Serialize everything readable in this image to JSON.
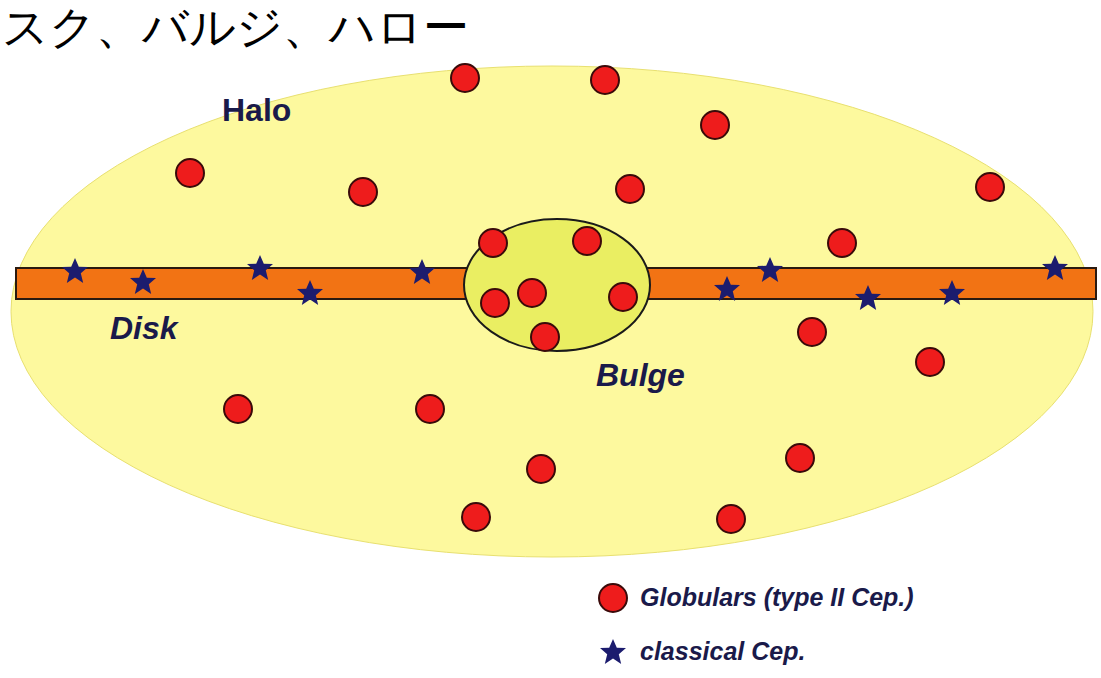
{
  "diagram": {
    "title": "スク、バルジ、ハロー",
    "nodes": [
      {
        "text": [
          "Halo"
        ]
      },
      {
        "text": [
          "Disk"
        ],
        "in": 0
      },
      {
        "text": [
          "Bulge"
        ],
        "in": 0
      }
    ],
    "legend": [
      {
        "text": "Globulars (type II Cep.)"
      },
      {
        "text": "classical Cep."
      }
    ]
  }
}
